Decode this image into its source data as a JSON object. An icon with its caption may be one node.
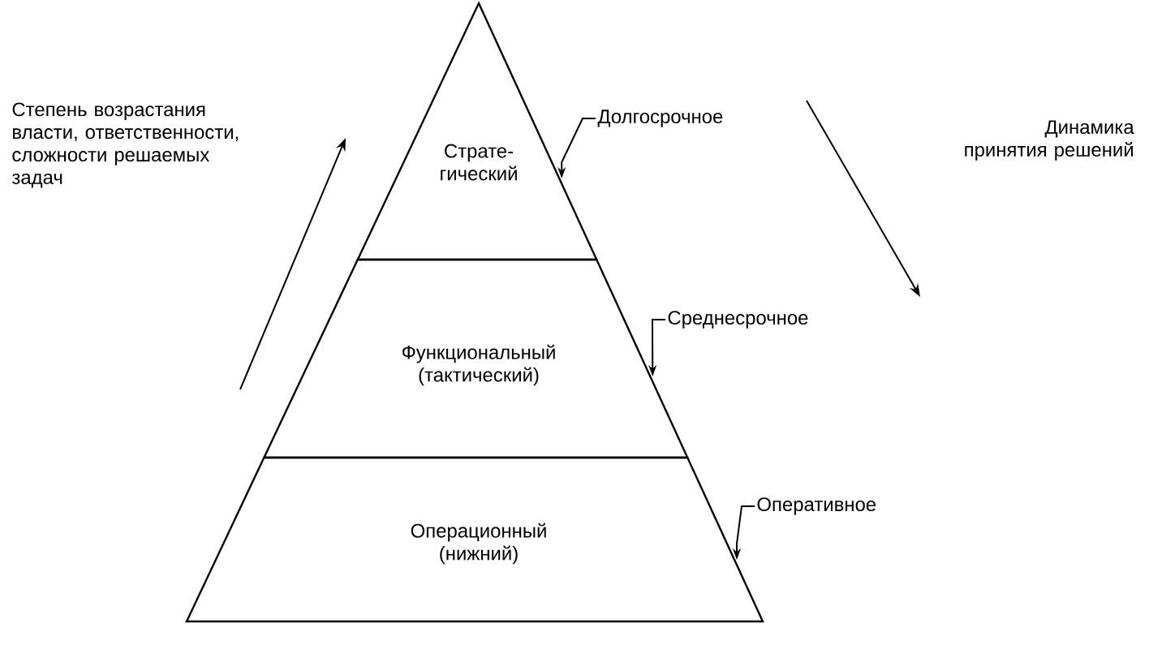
{
  "diagram": {
    "nodes": [
      {
        "text": [
          "Страте-гический"
        ]
      },
      {
        "text": [
          "Функциональный (тактический)"
        ]
      },
      {
        "text": [
          "Операционный (нижний)"
        ]
      },
      {
        "text": [
          "Долгосрочное"
        ]
      },
      {
        "text": [
          "Среднесрочное"
        ]
      },
      {
        "text": [
          "Оперативное"
        ]
      }
    ],
    "edges": [
      {
        "from": 3,
        "to": 0,
        "arrow": "to"
      },
      {
        "from": 4,
        "to": 1,
        "arrow": "to"
      },
      {
        "from": 5,
        "to": 2,
        "arrow": "to"
      }
    ],
    "labels": [
      "Степень возрастания власти, ответственности, сложности решаемых задач",
      "Динамика принятия решений"
    ]
  }
}
